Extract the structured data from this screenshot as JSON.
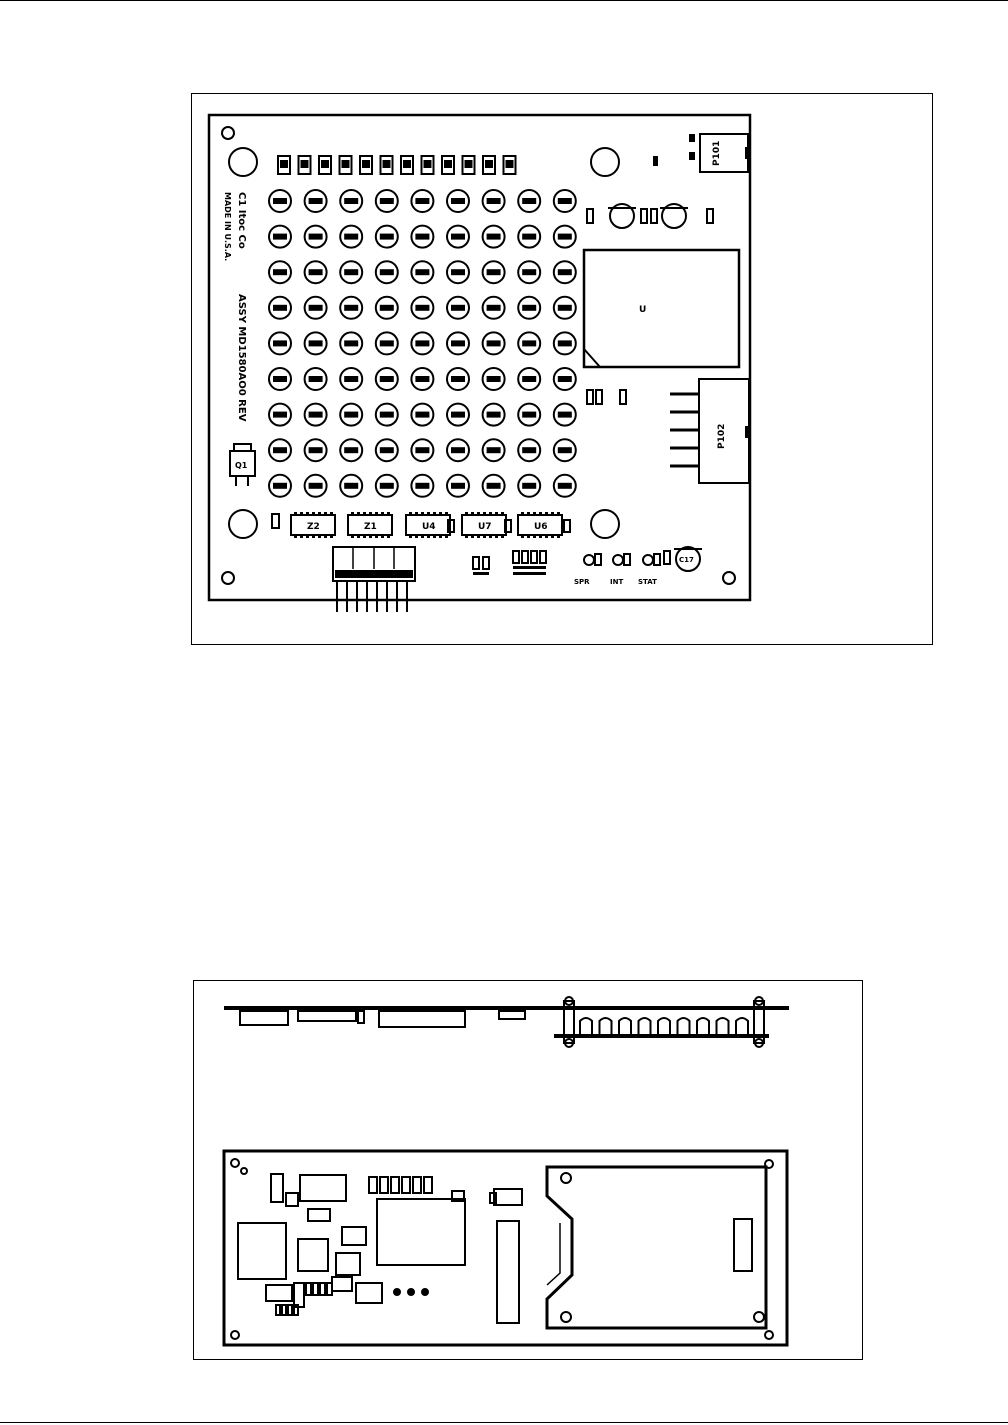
{
  "figure_top": {
    "board_text": {
      "manufacturer": "C1 Itoc Co",
      "made_in": "MADE IN U.S.A.",
      "assy_rev": "ASSY MD1580AO0 REV"
    },
    "connectors": [
      "P101",
      "P102"
    ],
    "chips": [
      "Z2",
      "Z1",
      "U4",
      "U7",
      "U6"
    ],
    "transistor": "Q1",
    "status_leds": [
      "SPR",
      "INT",
      "STAT"
    ],
    "large_part_label": "U",
    "capacitor_label": "C17"
  },
  "figure_bottom": {}
}
